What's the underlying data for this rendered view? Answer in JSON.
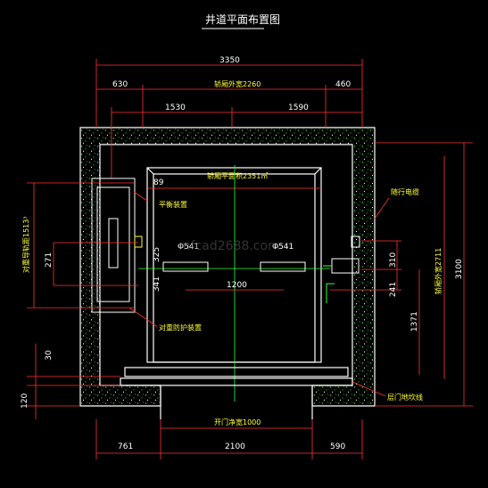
{
  "drawing": {
    "title": "井道平面布置图",
    "watermark": "mfcad2688.com"
  },
  "dimensions": {
    "overall_width": "3350",
    "left_offset": "630",
    "shaft_depth": "轿厢外宽2260",
    "right_offset": "460",
    "left_half": "1530",
    "right_half": "1590",
    "car_inner_width": "轿厢平面积2351㎡",
    "car_top_gap": "89",
    "rail_span": "1200",
    "rail_left": "Φ541",
    "rail_right": "Φ541",
    "cwt_depth": "271",
    "cwt_offset_a": "325",
    "cwt_offset_b": "341",
    "cwt_left_label": "对重导轨距1513³",
    "right_gap_a": "310",
    "right_gap_b": "241",
    "right_depth": "1371",
    "right_shaft_depth": "轿厢外宽2711",
    "total_depth": "3100",
    "sill_gap": "30",
    "bottom_gap": "120",
    "door_width": "开门净宽1000",
    "bottom_left": "761",
    "bottom_center": "2100",
    "bottom_right": "590"
  },
  "labels": {
    "buffer": "平衡装置",
    "cwt_guard": "对重防护装置",
    "travel_cable": "随行电缆",
    "door_sill": "层门地坎线"
  },
  "colors": {
    "background": "#000000",
    "dim_line": "#ff3333",
    "wall": "#ffffff",
    "wall_fill": "#33cc33",
    "center_line": "#33ff33",
    "equipment": "#ffff33",
    "text": "#ffffff"
  }
}
